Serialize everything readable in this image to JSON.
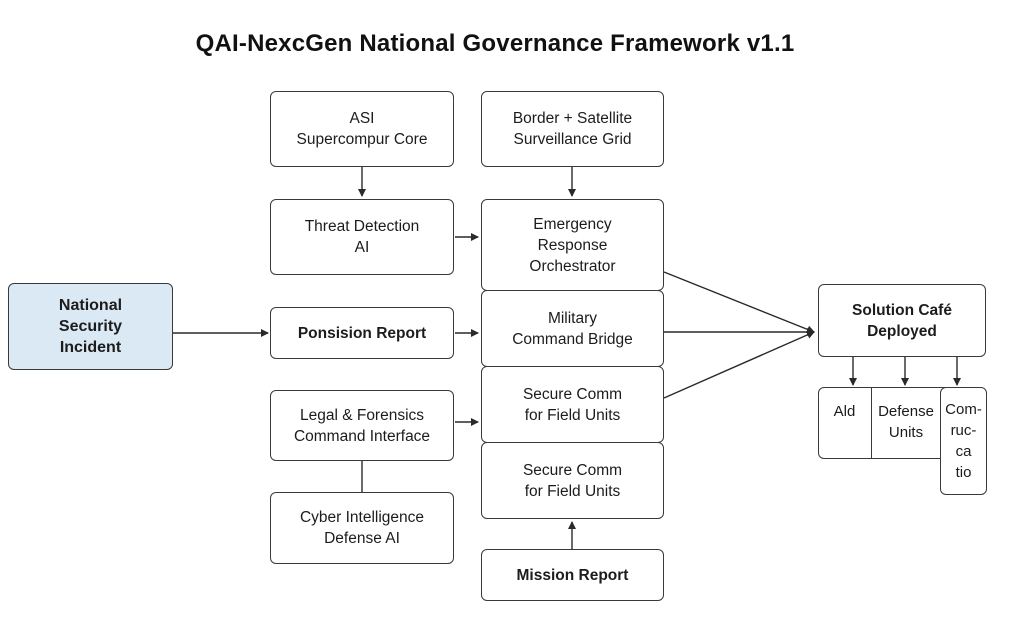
{
  "title": "QAI-NexcGen National Governance Framework v1.1",
  "nodes": {
    "asi": "ASI\nSupercompur Core",
    "border": "Border + Satellite\nSurveillance Grid",
    "threat": "Threat Detection\nAI",
    "emergency": "Emergency\nResponse\nOrchestrator",
    "national": "National\nSecurity\nIncident",
    "permission": "Ponsision Report",
    "military": "Military\nCommand Bridge",
    "legal": "Legal & Forensics\nCommand Interface",
    "secure1": "Secure Comm\nfor Field Units",
    "secure2": "Secure Comm\nfor Field Units",
    "cyber": "Cyber Intelligence\nDefense AI",
    "mission": "Mission Report",
    "solution": "Solution Café\nDeplоyed",
    "aid": "Ald",
    "defense": "Defense\nUnits",
    "comm": "Com-\nruc-\nca\ntio"
  },
  "colors": {
    "incident_fill": "#dbe9f5",
    "stroke": "#3a3a3a"
  }
}
